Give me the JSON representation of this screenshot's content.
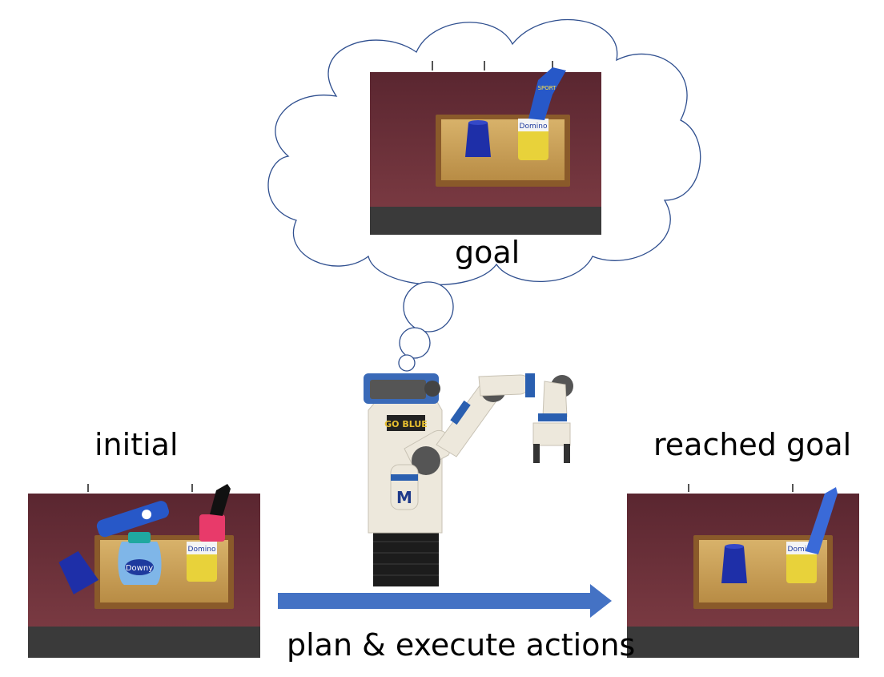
{
  "labels": {
    "goal": "goal",
    "initial": "initial",
    "reached_goal": "reached goal",
    "plan": "plan & execute actions"
  },
  "robot": {
    "badge_text": "GO BLUE",
    "logo_letter": "M"
  },
  "goal_scene": {
    "cup_label": "",
    "sugar_label": "Domino",
    "lotion_label": "SPORT"
  },
  "initial_scene": {
    "detergent_label": "Downy",
    "sugar_label": "Domino"
  },
  "reached_scene": {
    "sugar_label": "Domino"
  },
  "colors": {
    "arrow": "#4472C4",
    "cloud_stroke": "#2F4F8F",
    "table": "#6B2E35",
    "tray": "#C9A25E",
    "cup": "#1E2FA8",
    "robot_body": "#EDE8DC",
    "robot_accent": "#2A5FB0"
  }
}
